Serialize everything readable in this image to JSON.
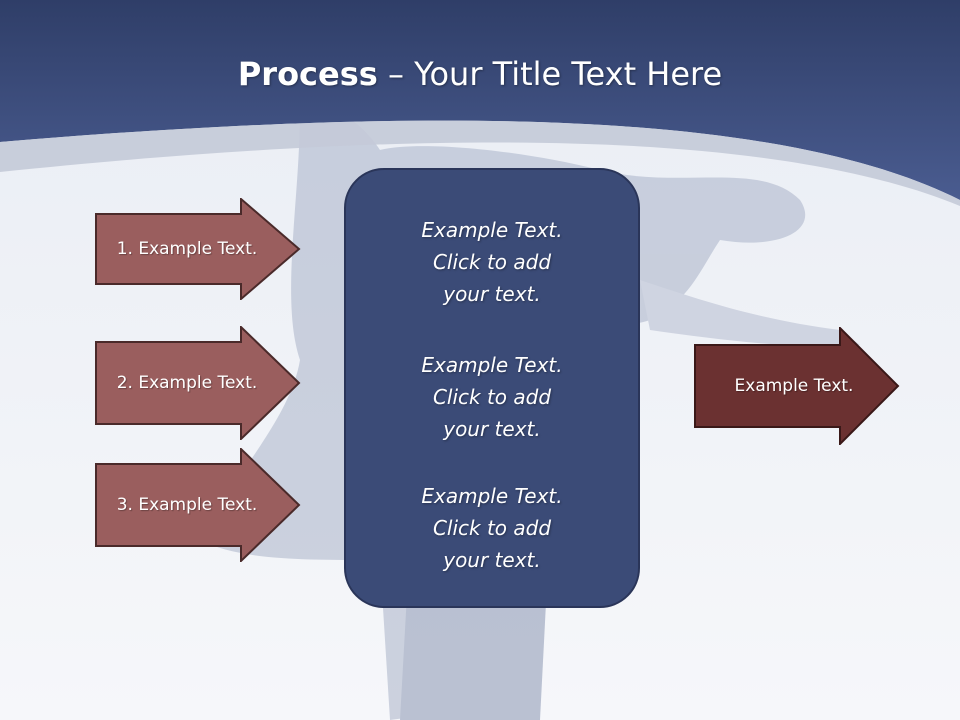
{
  "title": {
    "bold": "Process",
    "rest": " – Your Title Text Here"
  },
  "colors": {
    "header": "#3d4f82",
    "left_arrow_fill": "#9a5e5e",
    "right_arrow_fill": "#6b3131",
    "center_box_fill": "#3b4b77"
  },
  "left_arrows": [
    {
      "label": "1. Example Text."
    },
    {
      "label": "2. Example Text."
    },
    {
      "label": "3. Example Text."
    }
  ],
  "center_box": {
    "blocks": [
      {
        "line1": "Example Text.",
        "line2": "Click  to add",
        "line3": "your text."
      },
      {
        "line1": "Example Text.",
        "line2": "Click  to add",
        "line3": "your text."
      },
      {
        "line1": "Example Text.",
        "line2": "Click  to add",
        "line3": "your text."
      }
    ]
  },
  "right_arrow": {
    "label": "Example Text."
  }
}
